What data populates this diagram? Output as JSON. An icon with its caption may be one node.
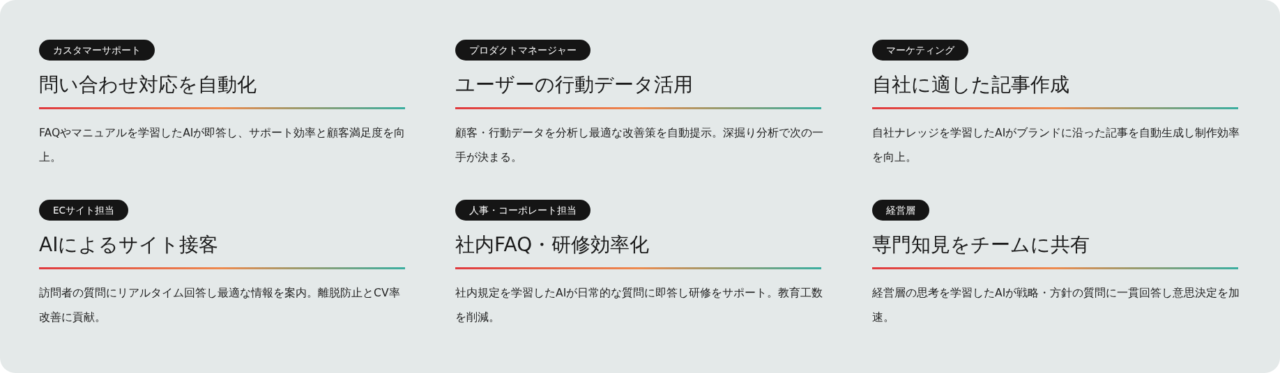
{
  "diagram": {
    "nodes": [
      {
        "text": [
          "カスタマーサポート"
        ]
      },
      {
        "text": [
          "プロダクトマネージャー"
        ]
      },
      {
        "text": [
          "マーケティング"
        ]
      },
      {
        "text": [
          "ECサイト担当"
        ]
      },
      {
        "text": [
          "人事・コーポレート担当"
        ]
      },
      {
        "text": [
          "経営層"
        ]
      }
    ],
    "labels": [
      "問い合わせ対応を自動化",
      "FAQやマニュアルを学習したAIが即答し、サポート効率と顧客満足度を向上。",
      "ユーザーの行動データ活用",
      "顧客・行動データを分析し最適な改善策を自動提示。深掘り分析で次の一手が決まる。",
      "自社に適した記事作成",
      "自社ナレッジを学習したAIがブランドに沿った記事を自動生成し制作効率を向上。",
      "AIによるサイト接客",
      "訪問者の質問にリアルタイム回答し最適な情報を案内。離脱防止とCV率改善に貢献。",
      "社内FAQ・研修効率化",
      "社内規定を学習したAIが日常的な質問に即答し研修をサポート。教育工数を削減。",
      "専門知見をチームに共有",
      "経営層の思考を学習したAIが戦略・方針の質問に一貫回答し意思決定を加速。"
    ]
  }
}
